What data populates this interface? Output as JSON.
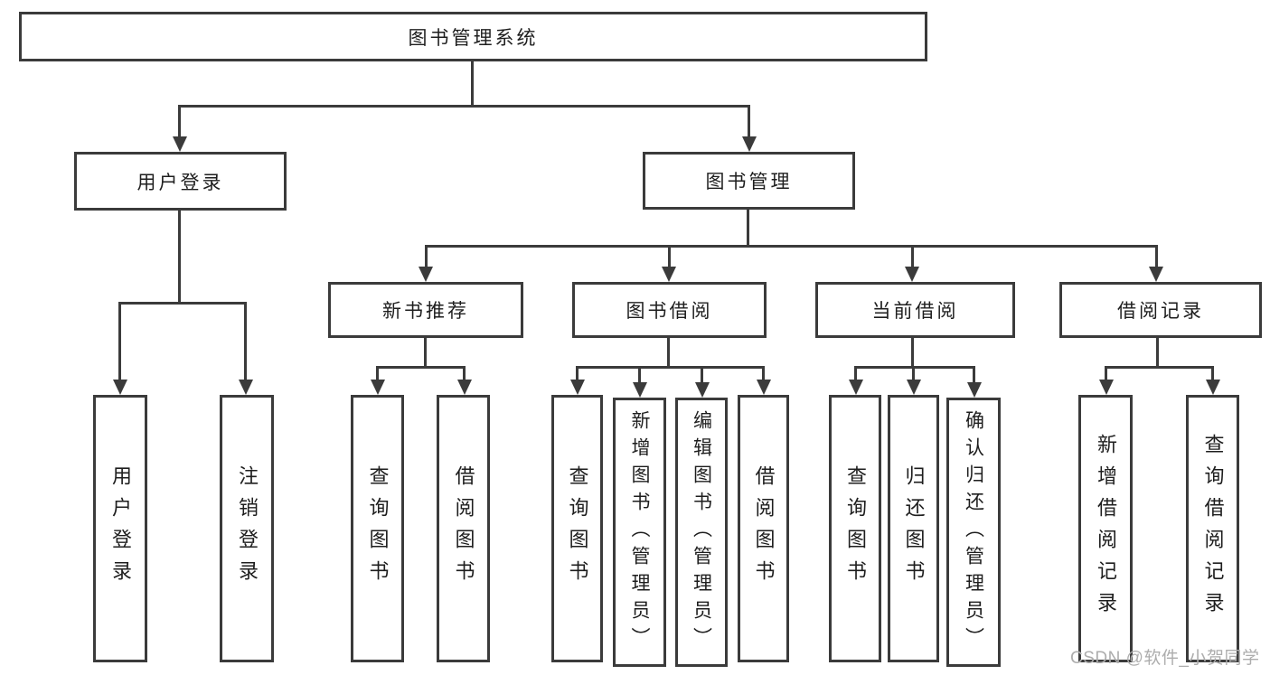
{
  "tree": {
    "label": "图书管理系统",
    "children": [
      {
        "label": "用户登录",
        "children": [
          {
            "label": "用户登录"
          },
          {
            "label": "注销登录"
          }
        ]
      },
      {
        "label": "图书管理",
        "children": [
          {
            "label": "新书推荐",
            "children": [
              {
                "label": "查询图书"
              },
              {
                "label": "借阅图书"
              }
            ]
          },
          {
            "label": "图书借阅",
            "children": [
              {
                "label": "查询图书"
              },
              {
                "label": "新增图书（管理员）"
              },
              {
                "label": "编辑图书（管理员）"
              },
              {
                "label": "借阅图书"
              }
            ]
          },
          {
            "label": "当前借阅",
            "children": [
              {
                "label": "查询图书"
              },
              {
                "label": "归还图书"
              },
              {
                "label": "确认归还（管理员）"
              }
            ]
          },
          {
            "label": "借阅记录",
            "children": [
              {
                "label": "新增借阅记录"
              },
              {
                "label": "查询借阅记录"
              }
            ]
          }
        ]
      }
    ]
  },
  "watermark": {
    "text": "CSDN @软件_小贺同学",
    "color": "#adadad"
  },
  "colors": {
    "line": "#3b3b3b",
    "text": "#1e1e1e",
    "background": "#ffffff"
  }
}
